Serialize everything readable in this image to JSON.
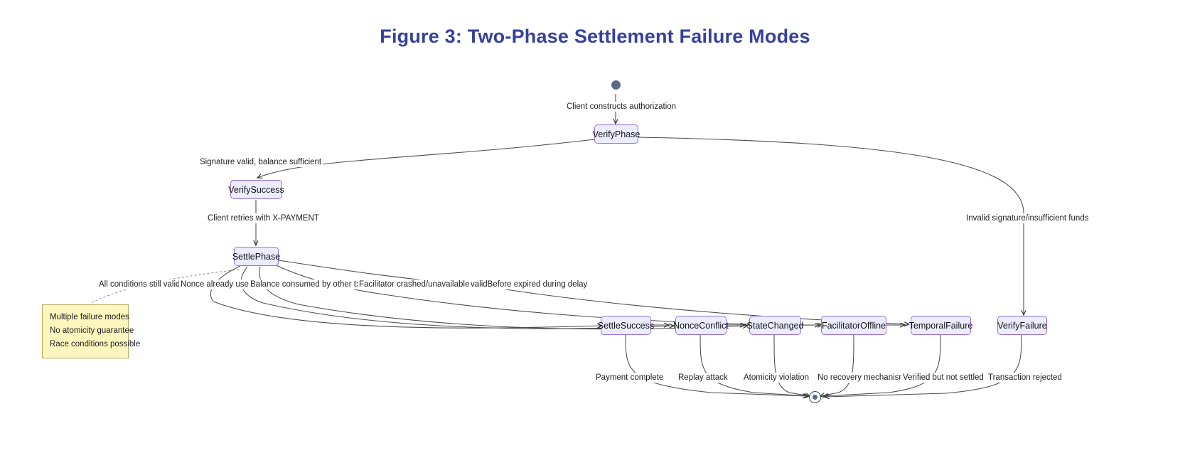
{
  "figure": {
    "title": "Figure 3: Two-Phase Settlement Failure Modes",
    "type": "state-diagram",
    "title_color": "#36419c",
    "node_fill": "#ececff",
    "node_border": "#9370db",
    "note_fill": "#fdf6bf",
    "note_border": "#b7ab5a"
  },
  "markers": {
    "start": "start-state-circle",
    "end": "end-state-double-circle"
  },
  "nodes": [
    {
      "id": "VerifyPhase",
      "label": "VerifyPhase"
    },
    {
      "id": "VerifySuccess",
      "label": "VerifySuccess"
    },
    {
      "id": "SettlePhase",
      "label": "SettlePhase"
    },
    {
      "id": "SettleSuccess",
      "label": "SettleSuccess"
    },
    {
      "id": "NonceConflict",
      "label": "NonceConflict"
    },
    {
      "id": "StateChanged",
      "label": "StateChanged"
    },
    {
      "id": "FacilitatorOffline",
      "label": "FacilitatorOffline"
    },
    {
      "id": "TemporalFailure",
      "label": "TemporalFailure"
    },
    {
      "id": "VerifyFailure",
      "label": "VerifyFailure"
    }
  ],
  "edges": [
    {
      "from": "start",
      "to": "VerifyPhase",
      "label": "Client constructs authorization"
    },
    {
      "from": "VerifyPhase",
      "to": "VerifySuccess",
      "label": "Signature valid, balance sufficient"
    },
    {
      "from": "VerifyPhase",
      "to": "VerifyFailure",
      "label": "Invalid signature/insufficient funds"
    },
    {
      "from": "VerifySuccess",
      "to": "SettlePhase",
      "label": "Client retries with X-PAYMENT"
    },
    {
      "from": "SettlePhase",
      "to": "SettleSuccess",
      "label": "All conditions still valid"
    },
    {
      "from": "SettlePhase",
      "to": "NonceConflict",
      "label": "Nonce already used"
    },
    {
      "from": "SettlePhase",
      "to": "StateChanged",
      "label": "Balance consumed by other tx"
    },
    {
      "from": "SettlePhase",
      "to": "FacilitatorOffline",
      "label": "Facilitator crashed/unavailable"
    },
    {
      "from": "SettlePhase",
      "to": "TemporalFailure",
      "label": "validBefore expired during delay"
    },
    {
      "from": "SettleSuccess",
      "to": "end",
      "label": "Payment complete"
    },
    {
      "from": "NonceConflict",
      "to": "end",
      "label": "Replay attack"
    },
    {
      "from": "StateChanged",
      "to": "end",
      "label": "Atomicity violation"
    },
    {
      "from": "FacilitatorOffline",
      "to": "end",
      "label": "No recovery mechanism"
    },
    {
      "from": "TemporalFailure",
      "to": "end",
      "label": "Verified but not settled"
    },
    {
      "from": "VerifyFailure",
      "to": "end",
      "label": "Transaction rejected"
    }
  ],
  "note": {
    "attached_to": "SettlePhase",
    "lines": [
      "Multiple failure modes",
      "No atomicity guarantee",
      "Race conditions possible"
    ]
  }
}
